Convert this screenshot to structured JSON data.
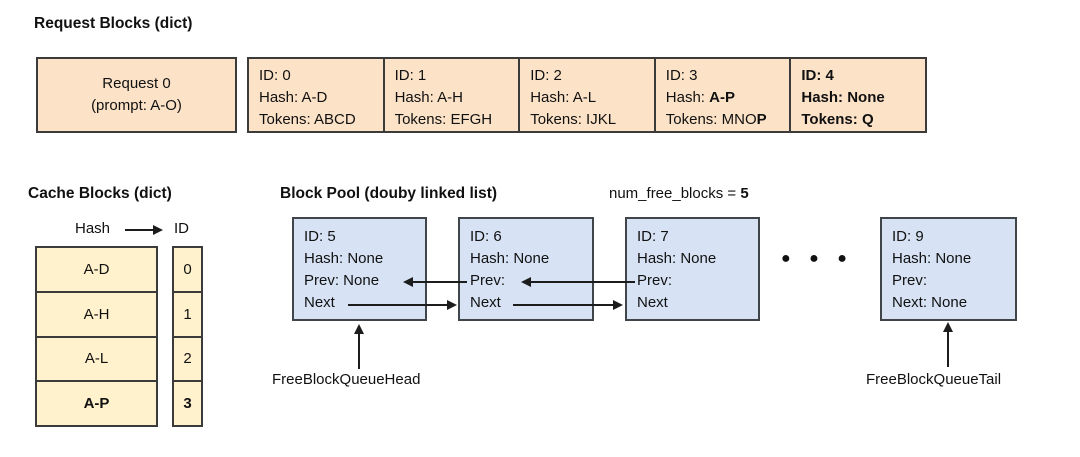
{
  "request_blocks": {
    "heading": "Request Blocks (dict)",
    "request_box": {
      "line1": "Request 0",
      "line2": "(prompt: A-O)"
    },
    "cells": [
      {
        "id": "ID: 0",
        "hash": "Hash: A-D",
        "hash_em": "",
        "tokens": "Tokens: ABCD",
        "tokens_em": ""
      },
      {
        "id": "ID: 1",
        "hash": "Hash: A-H",
        "hash_em": "",
        "tokens": "Tokens: EFGH",
        "tokens_em": ""
      },
      {
        "id": "ID: 2",
        "hash": "Hash: A-L",
        "hash_em": "",
        "tokens": "Tokens: IJKL",
        "tokens_em": ""
      },
      {
        "id": "ID: 3",
        "hash": "Hash: ",
        "hash_em": "A-P",
        "tokens": "Tokens: MNO",
        "tokens_em": "P"
      },
      {
        "id": "ID: 4",
        "hash": "Hash: None",
        "hash_em": "",
        "tokens": "Tokens: Q",
        "tokens_em": ""
      }
    ]
  },
  "cache_blocks": {
    "heading": "Cache Blocks (dict)",
    "hash_header": "Hash",
    "id_header": "ID",
    "rows": [
      {
        "hash": "A-D",
        "id": "0"
      },
      {
        "hash": "A-H",
        "id": "1"
      },
      {
        "hash": "A-L",
        "id": "2"
      },
      {
        "hash": "A-P",
        "id": "3"
      }
    ]
  },
  "block_pool": {
    "heading": "Block Pool (douby linked list)",
    "counter_label": "num_free_blocks = ",
    "counter_value": "5",
    "nodes": [
      {
        "id": "ID: 5",
        "hash": "Hash: None",
        "prev": "Prev: None",
        "next": "Next"
      },
      {
        "id": "ID: 6",
        "hash": "Hash: None",
        "prev": "Prev:",
        "next": "Next"
      },
      {
        "id": "ID: 7",
        "hash": "Hash: None",
        "prev": "Prev:",
        "next": "Next"
      },
      {
        "id": "ID: 9",
        "hash": "Hash: None",
        "prev": "Prev:",
        "next": "Next: None"
      }
    ],
    "ellipsis": "●  ●  ●",
    "head_label": "FreeBlockQueueHead",
    "tail_label": "FreeBlockQueueTail"
  },
  "colors": {
    "request_fill": "#fce3c8",
    "cache_fill": "#fff2cc",
    "pool_fill": "#d7e3f5",
    "border": "#3b3b3b",
    "text": "#111111"
  }
}
